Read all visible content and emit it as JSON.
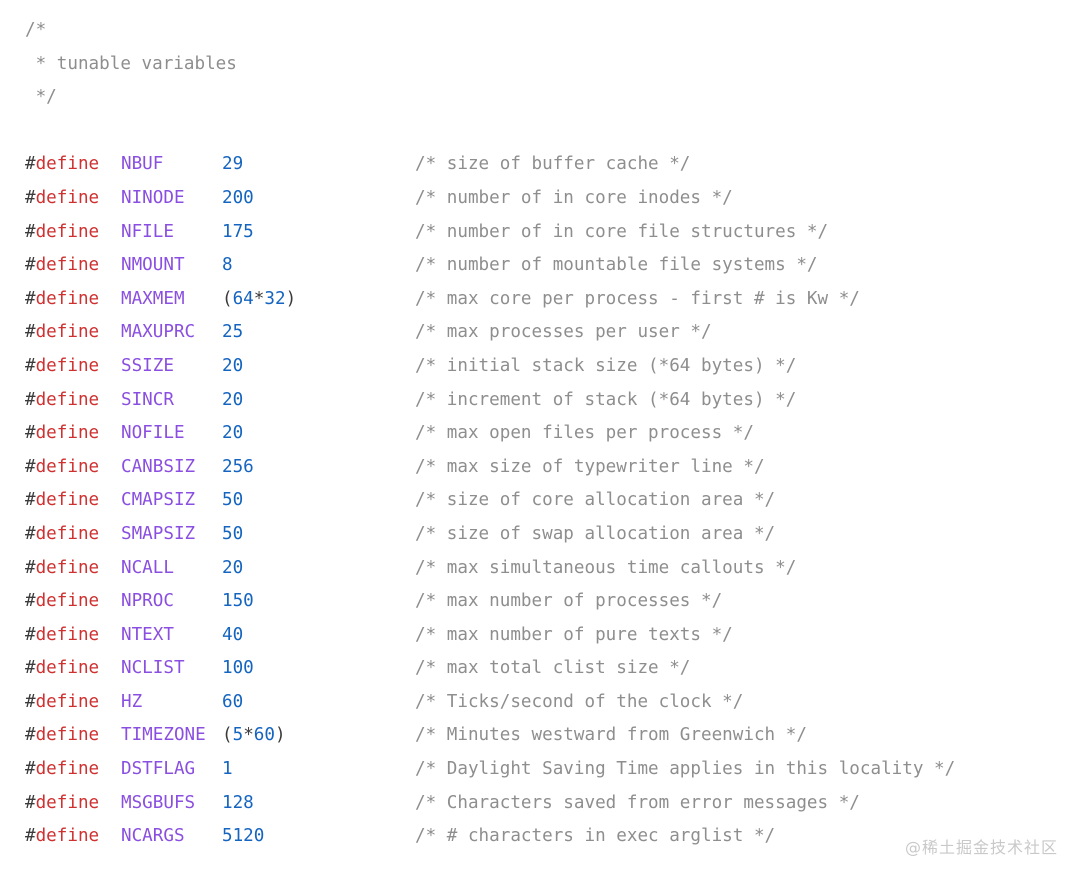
{
  "background_color": "#ffffff",
  "syntax_colors": {
    "hash": "#3b3b3b",
    "keyword_define": "#cf3030",
    "macro_name": "#8a4fe0",
    "number": "#1565c0",
    "punctuation": "#3b3b3b",
    "comment": "#8e8e8e",
    "watermark": "#c9c9c9"
  },
  "header_comment": {
    "line1": "/*",
    "line2": " * tunable variables",
    "line3": " */"
  },
  "directive_keyword": {
    "hash": "#",
    "define": "define"
  },
  "defines": [
    {
      "name": "NBUF",
      "name_pad": "    ",
      "value": "29",
      "value_tokens": [
        {
          "t": "num",
          "v": "29"
        }
      ],
      "comment": "/* size of buffer cache */"
    },
    {
      "name": "NINODE",
      "name_pad": "  ",
      "value": "200",
      "value_tokens": [
        {
          "t": "num",
          "v": "200"
        }
      ],
      "comment": "/* number of in core inodes */"
    },
    {
      "name": "NFILE",
      "name_pad": "   ",
      "value": "175",
      "value_tokens": [
        {
          "t": "num",
          "v": "175"
        }
      ],
      "comment": "/* number of in core file structures */"
    },
    {
      "name": "NMOUNT",
      "name_pad": "  ",
      "value": "8",
      "value_tokens": [
        {
          "t": "num",
          "v": "8"
        }
      ],
      "comment": "/* number of mountable file systems */"
    },
    {
      "name": "MAXMEM",
      "name_pad": "  ",
      "value": "(64*32)",
      "value_tokens": [
        {
          "t": "punct",
          "v": "("
        },
        {
          "t": "num",
          "v": "64"
        },
        {
          "t": "punct",
          "v": "*"
        },
        {
          "t": "num",
          "v": "32"
        },
        {
          "t": "punct",
          "v": ")"
        }
      ],
      "comment": "/* max core per process - first # is Kw */"
    },
    {
      "name": "MAXUPRC",
      "name_pad": " ",
      "value": "25",
      "value_tokens": [
        {
          "t": "num",
          "v": "25"
        }
      ],
      "comment": "/* max processes per user */"
    },
    {
      "name": "SSIZE",
      "name_pad": "   ",
      "value": "20",
      "value_tokens": [
        {
          "t": "num",
          "v": "20"
        }
      ],
      "comment": "/* initial stack size (*64 bytes) */"
    },
    {
      "name": "SINCR",
      "name_pad": "   ",
      "value": "20",
      "value_tokens": [
        {
          "t": "num",
          "v": "20"
        }
      ],
      "comment": "/* increment of stack (*64 bytes) */"
    },
    {
      "name": "NOFILE",
      "name_pad": "  ",
      "value": "20",
      "value_tokens": [
        {
          "t": "num",
          "v": "20"
        }
      ],
      "comment": "/* max open files per process */"
    },
    {
      "name": "CANBSIZ",
      "name_pad": " ",
      "value": "256",
      "value_tokens": [
        {
          "t": "num",
          "v": "256"
        }
      ],
      "comment": "/* max size of typewriter line */"
    },
    {
      "name": "CMAPSIZ",
      "name_pad": " ",
      "value": "50",
      "value_tokens": [
        {
          "t": "num",
          "v": "50"
        }
      ],
      "comment": "/* size of core allocation area */"
    },
    {
      "name": "SMAPSIZ",
      "name_pad": " ",
      "value": "50",
      "value_tokens": [
        {
          "t": "num",
          "v": "50"
        }
      ],
      "comment": "/* size of swap allocation area */"
    },
    {
      "name": "NCALL",
      "name_pad": "   ",
      "value": "20",
      "value_tokens": [
        {
          "t": "num",
          "v": "20"
        }
      ],
      "comment": "/* max simultaneous time callouts */"
    },
    {
      "name": "NPROC",
      "name_pad": "   ",
      "value": "150",
      "value_tokens": [
        {
          "t": "num",
          "v": "150"
        }
      ],
      "comment": "/* max number of processes */"
    },
    {
      "name": "NTEXT",
      "name_pad": "   ",
      "value": "40",
      "value_tokens": [
        {
          "t": "num",
          "v": "40"
        }
      ],
      "comment": "/* max number of pure texts */"
    },
    {
      "name": "NCLIST",
      "name_pad": "  ",
      "value": "100",
      "value_tokens": [
        {
          "t": "num",
          "v": "100"
        }
      ],
      "comment": "/* max total clist size */"
    },
    {
      "name": "HZ",
      "name_pad": "      ",
      "value": "60",
      "value_tokens": [
        {
          "t": "num",
          "v": "60"
        }
      ],
      "comment": "/* Ticks/second of the clock */"
    },
    {
      "name": "TIMEZONE",
      "name_pad": " ",
      "value": "(5*60)",
      "value_tokens": [
        {
          "t": "punct",
          "v": "("
        },
        {
          "t": "num",
          "v": "5"
        },
        {
          "t": "punct",
          "v": "*"
        },
        {
          "t": "num",
          "v": "60"
        },
        {
          "t": "punct",
          "v": ")"
        }
      ],
      "comment": "/* Minutes westward from Greenwich */"
    },
    {
      "name": "DSTFLAG",
      "name_pad": " ",
      "value": "1",
      "value_tokens": [
        {
          "t": "num",
          "v": "1"
        }
      ],
      "comment": "/* Daylight Saving Time applies in this locality */"
    },
    {
      "name": "MSGBUFS",
      "name_pad": " ",
      "value": "128",
      "value_tokens": [
        {
          "t": "num",
          "v": "128"
        }
      ],
      "comment": "/* Characters saved from error messages */"
    },
    {
      "name": "NCARGS",
      "name_pad": "  ",
      "value": "5120",
      "value_tokens": [
        {
          "t": "num",
          "v": "5120"
        }
      ],
      "comment": "/* # characters in exec arglist */"
    }
  ],
  "watermark": {
    "text": "@稀土掘金技术社区"
  }
}
